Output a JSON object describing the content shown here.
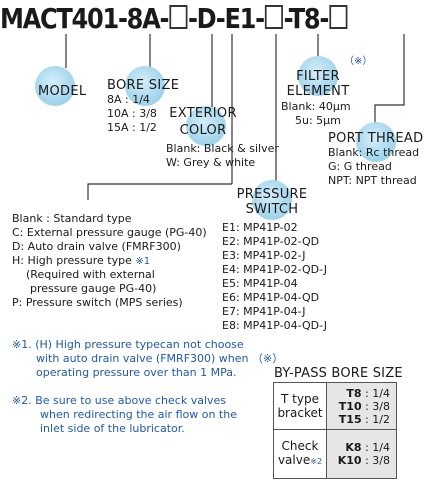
{
  "model_code": {
    "segments": [
      "MACT401",
      "-",
      "8A",
      "-",
      "",
      "-",
      "D",
      "-",
      "E1",
      "-",
      "",
      "-",
      "T8",
      "-",
      ""
    ]
  },
  "model": {
    "label": "MODEL"
  },
  "bore_size": {
    "title": "BORE SIZE",
    "items": [
      "8A : 1/4",
      "10A : 3/8",
      "15A : 1/2"
    ]
  },
  "exterior_color": {
    "title_line1": "EXTERIOR",
    "title_line2": "COLOR",
    "items": [
      "Blank: Black & silver",
      "W: Grey & white"
    ]
  },
  "filter_element": {
    "mark": "（※）",
    "title_line1": "FILTER",
    "title_line2": "ELEMENT",
    "items": [
      "Blank: 40μm",
      "5u: 5μm"
    ]
  },
  "port_thread": {
    "title": "PORT THREAD",
    "items": [
      "Blank: Rc thread",
      "G: G thread",
      "NPT: NPT thread"
    ]
  },
  "pressure_switch": {
    "title_line1": "PRESSURE",
    "title_line2": "SWITCH",
    "items": [
      "E1: MP41P-02",
      "E2: MP41P-02-QD",
      "E3: MP41P-02-J",
      "E4: MP41P-02-QD-J",
      "E5: MP41P-04",
      "E6: MP41P-04-QD",
      "E7: MP41P-04-J",
      "E8: MP41P-04-QD-J"
    ]
  },
  "type_options": {
    "items": [
      "Blank : Standard type",
      "C: External pressure gauge (PG-40)",
      "D: Auto drain valve (FMRF300)",
      "H: High pressure type",
      "(Required with external",
      "pressure gauge PG-40)",
      "P: Pressure switch (MPS series)"
    ],
    "h_mark": "※1"
  },
  "notes": {
    "note1_line1": "※1. (H) High pressure typecan not choose",
    "note1_line2": "with auto drain valve (FMRF300) when",
    "note1_line3": "operating pressure over than 1 MPa.",
    "note1_mark": "（※）",
    "note2_line1": "※2. Be sure to use above check valves",
    "note2_line2": "when redirecting the air flow on the",
    "note2_line3": "inlet side of the lubricator."
  },
  "bypass": {
    "title": "BY-PASS BORE SIZE",
    "rows": [
      {
        "label_line1": "T type",
        "label_line2": "bracket",
        "label_mark": "",
        "codes": [
          [
            "T8",
            "1/4"
          ],
          [
            "T10",
            "3/8"
          ],
          [
            "T15",
            "1/2"
          ]
        ]
      },
      {
        "label_line1": "Check",
        "label_line2": "valve",
        "label_mark": "※2",
        "codes": [
          [
            "K8",
            "1/4"
          ],
          [
            "K10",
            "3/8"
          ]
        ]
      }
    ]
  },
  "colors": {
    "bubble": "#a8d8ee",
    "note_text": "#1e5aa8",
    "table_fill": "#e6e6e6"
  }
}
